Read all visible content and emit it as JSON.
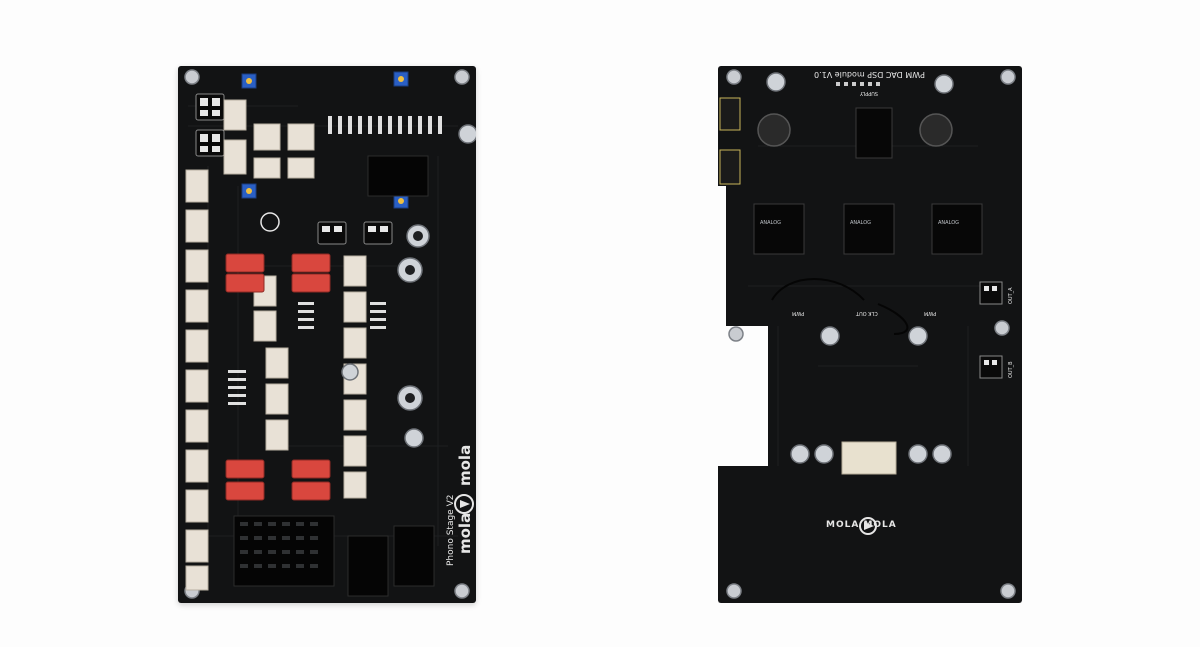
{
  "left_board": {
    "brand": "mola",
    "brand2": "mola",
    "model": "Phono Stage V2"
  },
  "right_board": {
    "title": "PWM DAC DSP module V1.0",
    "brand": "MOLA MOLA",
    "label_supply": "SUPPLY",
    "label_clk_out": "CLK OUT",
    "label_pwm1": "PWM",
    "label_pwm2": "PWM",
    "label_out_a": "OUT_A",
    "label_out_b": "OUT_B"
  },
  "colors": {
    "pcb": "#121314",
    "relay_red": "#d9473e",
    "connector_white": "#e8e1d6",
    "trimmer_blue": "#2a5fc4",
    "screw": "#c9ccd1"
  }
}
